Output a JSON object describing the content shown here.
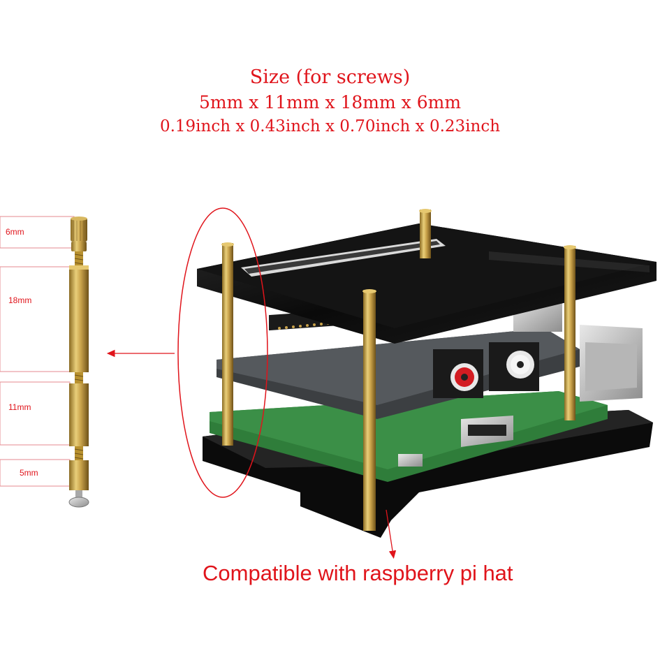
{
  "title": {
    "line1": "Size (for screws)",
    "line2": "5mm x 11mm x 18mm x 6mm",
    "line3": "0.19inch x 0.43inch x 0.70inch x 0.23inch"
  },
  "dimensions": [
    {
      "label": "6mm"
    },
    {
      "label": "18mm"
    },
    {
      "label": "11mm"
    },
    {
      "label": "5mm"
    }
  ],
  "caption": "Compatible with raspberry pi hat",
  "colors": {
    "annotation": "#e0141b",
    "acrylic": "#0d0d0d",
    "brass": "#c9a24a",
    "pcb_green": "#2f7d3a"
  }
}
